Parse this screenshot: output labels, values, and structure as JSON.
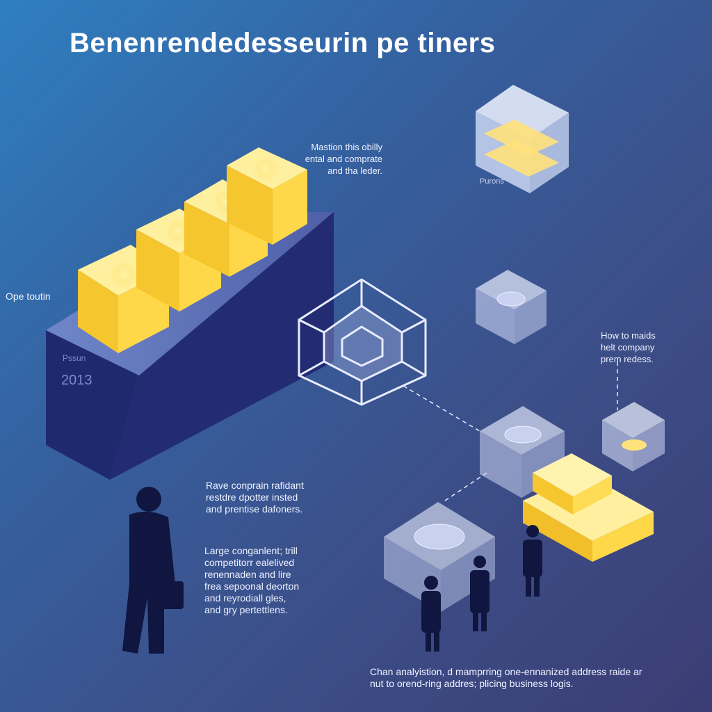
{
  "title": "Benenrendedesseurin pe tiners",
  "labels": {
    "left_label": "Ope toutin",
    "pedestal_label": "Pssun",
    "pedestal_year": "2013",
    "top_cube_label": "Purons",
    "caption_top": [
      "Mastion this obilly",
      "ental and comprate",
      "and tha leder."
    ],
    "caption_right": [
      "How to maids",
      "helt company",
      "prem redess."
    ],
    "caption_mid": [
      "Rave conprain rafidant",
      "restdre dpotter insted",
      "and prentise dafoners."
    ],
    "caption_lower": [
      "Large conganlent; trill",
      "competitorr ealelived",
      "renennaden and lire",
      "frea sepoonal deorton",
      "and reyrodiall gles,",
      "and gry pertettlens."
    ],
    "caption_bottom": [
      "Chan analyistion, d mamprring one-ennanized address raide ar",
      "nut to orend-ring addres; plicing business logis."
    ]
  },
  "colors": {
    "gold": "#ffd84a",
    "glass": "#dfe7ff",
    "pedestal": "#1f2a6e",
    "line": "#e8ecff"
  }
}
